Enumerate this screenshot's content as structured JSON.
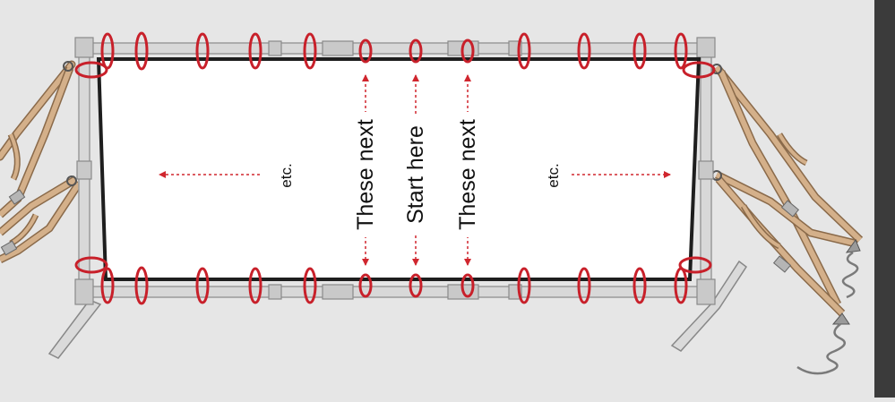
{
  "labels": {
    "left_etc": "etc.",
    "these_next_left": "These next",
    "start_here": "Start here",
    "these_next_right": "These next",
    "right_etc": "etc."
  },
  "colors": {
    "background": "#e6e6e6",
    "frame": "#d8d8d8",
    "frame_edge": "#9a9a9a",
    "banner": "#ffffff",
    "banner_border": "#1e1e1e",
    "ring": "#c8202a",
    "arrow": "#d0262e",
    "strap": "#d4b08a",
    "strap_edge": "#8a6a4a",
    "stake": "#7a7a7a",
    "side_bar": "#3b3b3b"
  },
  "icons": [
    "bungee-ring-icon",
    "ratchet-strap-icon",
    "ground-stake-icon",
    "direction-arrow-icon"
  ]
}
